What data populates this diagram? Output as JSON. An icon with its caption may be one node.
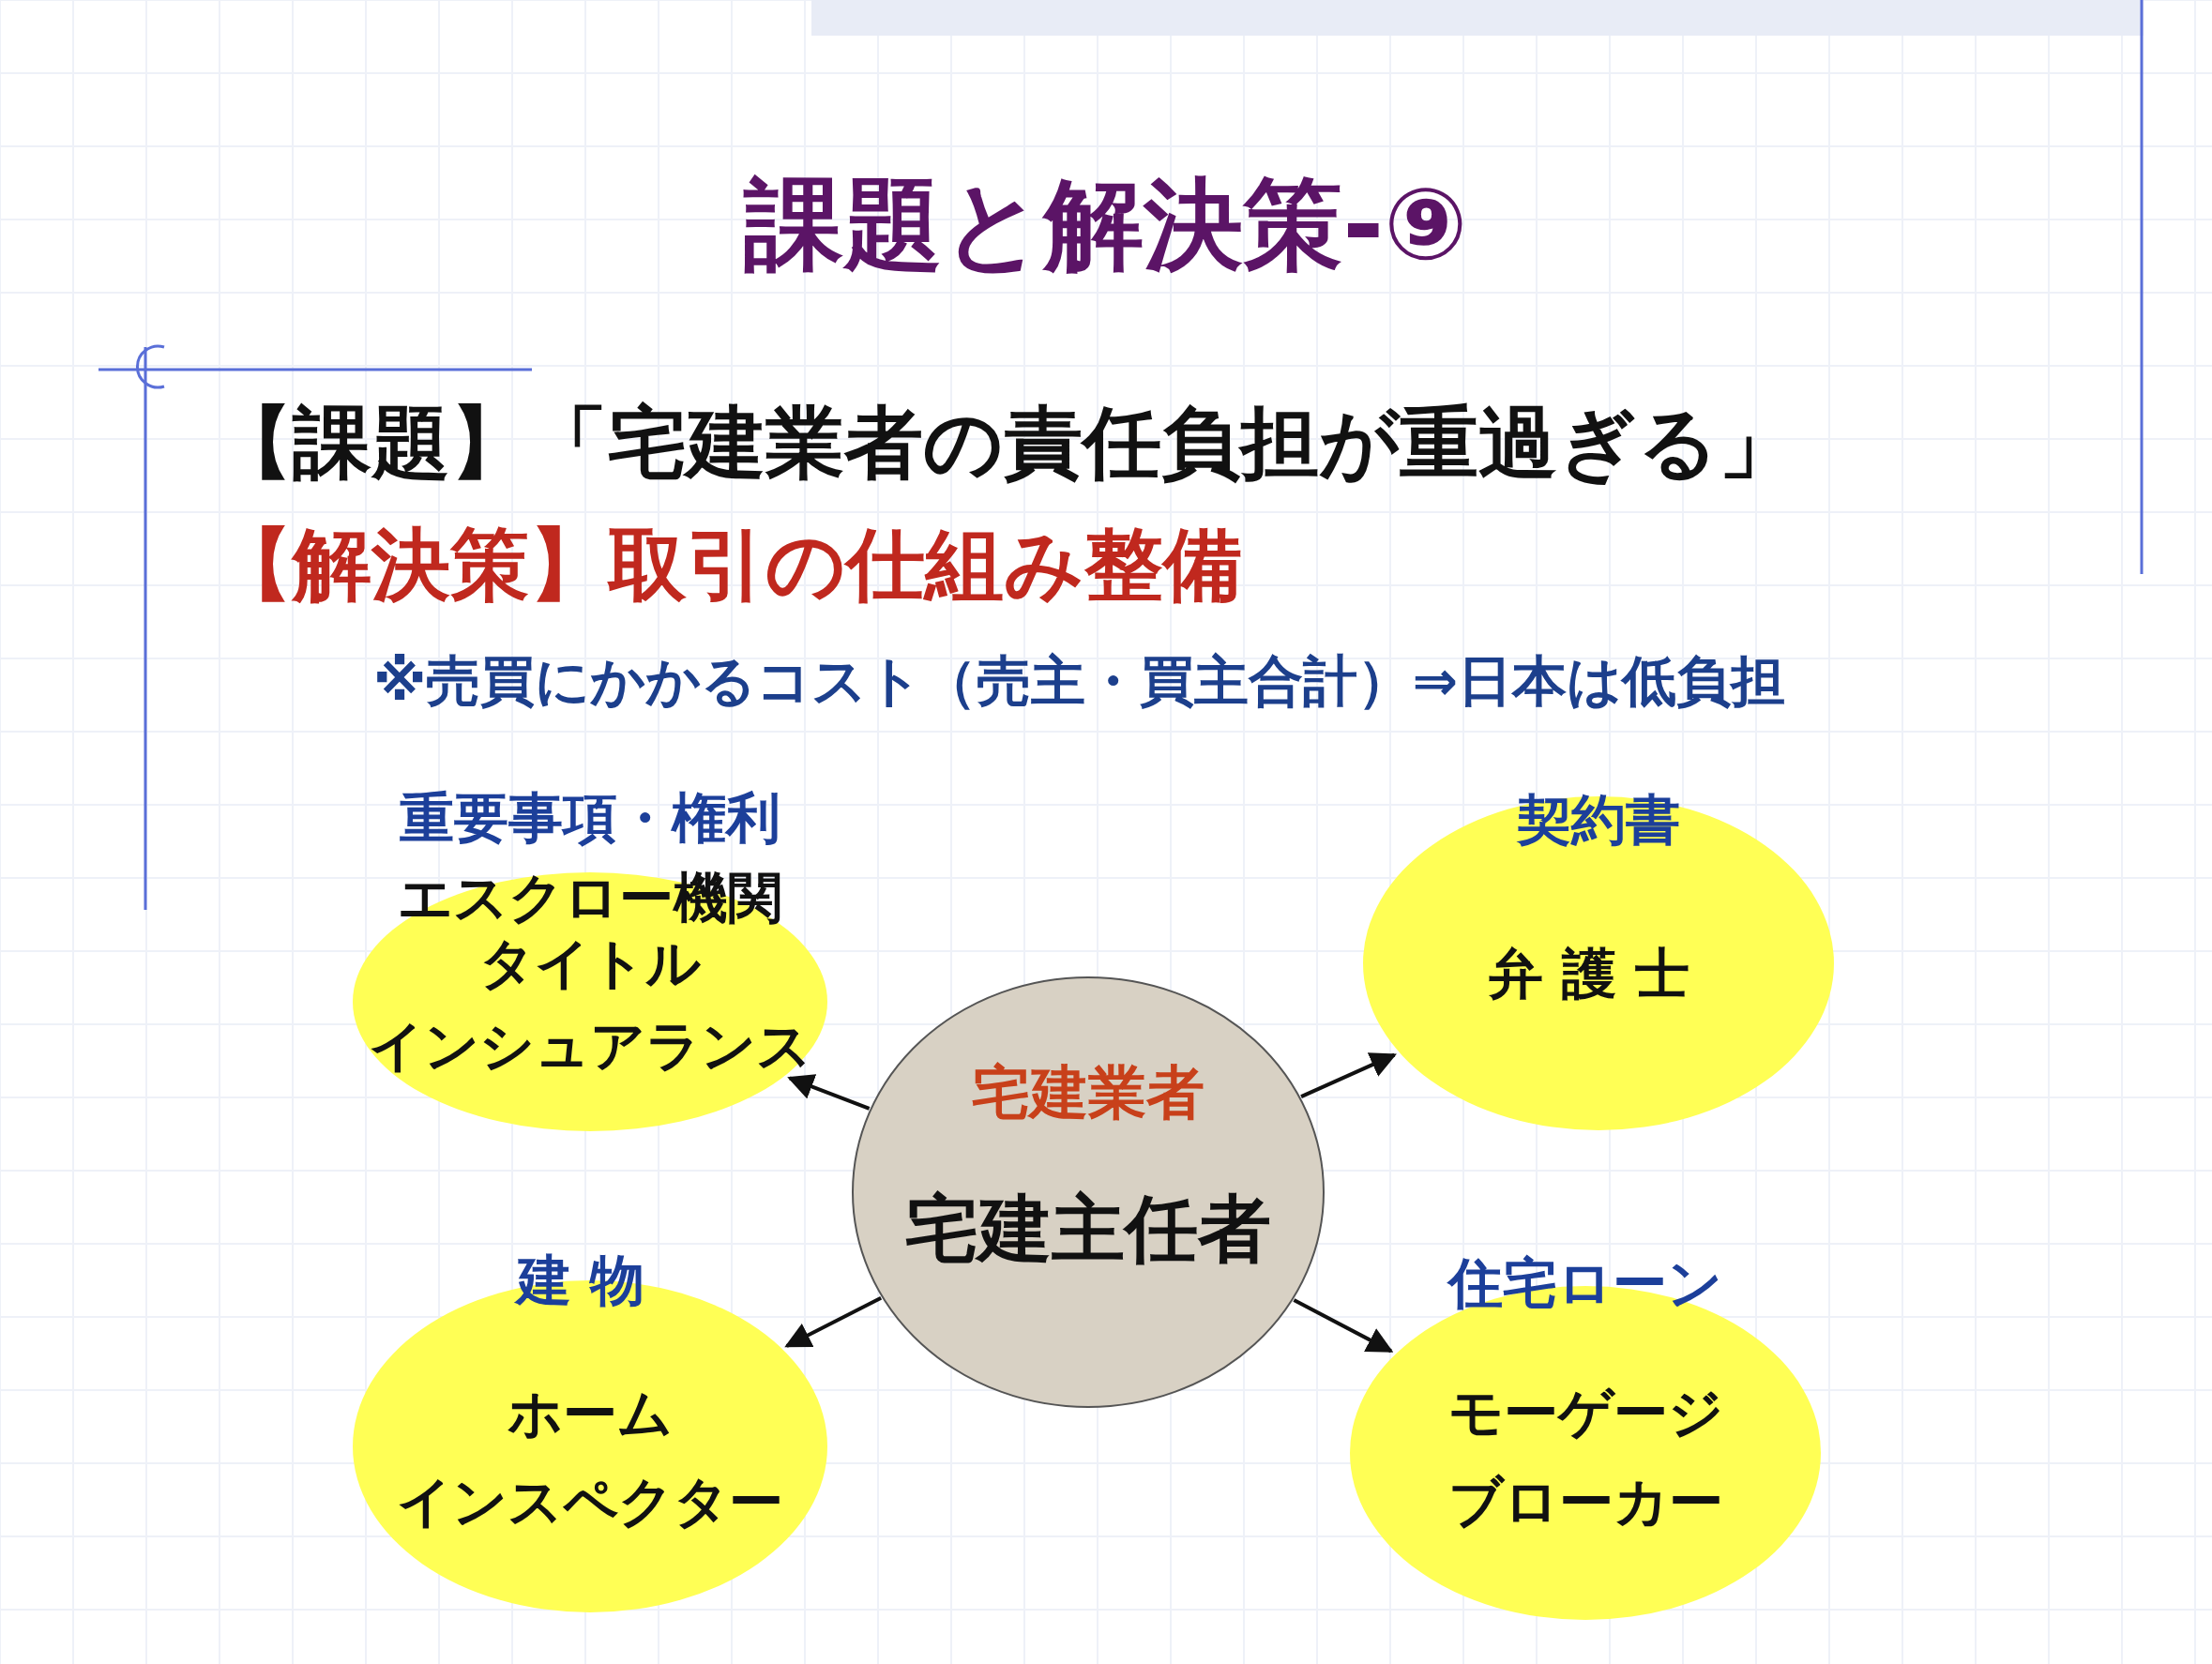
{
  "diagram": {
    "title": "課題と解決策-⑨",
    "nodes": [
      {
        "text": [
          "重要事項・権利",
          "エスクロー機関",
          "タイトル",
          "インシュアランス"
        ]
      },
      {
        "text": [
          "契約書",
          "弁護士"
        ]
      },
      {
        "text": [
          "宅建業者",
          "宅建主任者"
        ]
      },
      {
        "text": [
          "建物",
          "ホーム",
          "インスペクター"
        ]
      },
      {
        "text": [
          "住宅ローン",
          "モーゲージ",
          "ブローカー"
        ]
      }
    ],
    "edges": [
      {
        "from": 2,
        "to": 0,
        "arrow": "to"
      },
      {
        "from": 2,
        "to": 1,
        "arrow": "to"
      },
      {
        "from": 2,
        "to": 3,
        "arrow": "to"
      },
      {
        "from": 2,
        "to": 4,
        "arrow": "to"
      }
    ],
    "labels": [
      "【課題】「宅建業者の責任負担が重過ぎる」",
      "【解決策】取引の仕組み整備",
      "※売買にかかるコスト（売主・買主合計）⇒日本は低負担"
    ]
  }
}
